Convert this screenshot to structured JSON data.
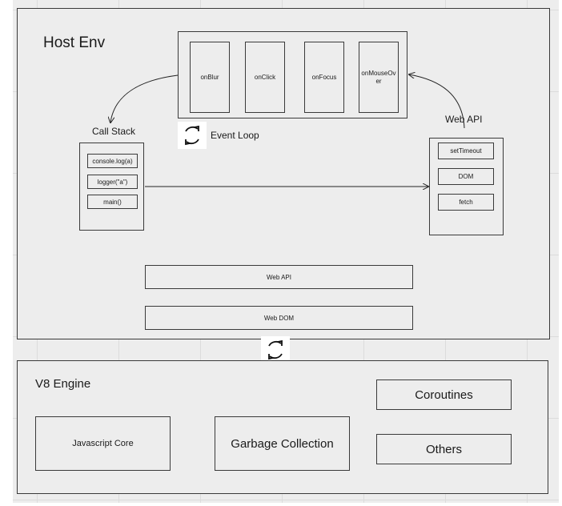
{
  "host_env": {
    "title": "Host Env",
    "event_loop_label": "Event Loop",
    "events": [
      "onBlur",
      "onClick",
      "onFocus",
      "onMouseOver"
    ],
    "call_stack": {
      "title": "Call Stack",
      "items": [
        "console.log(a)",
        "logger(\"a\")",
        "main()"
      ]
    },
    "web_api": {
      "title": "Web API",
      "items": [
        "setTimeout",
        "DOM",
        "fetch"
      ]
    },
    "bars": [
      "Web API",
      "Web DOM"
    ]
  },
  "v8_engine": {
    "title": "V8 Engine",
    "javascript_core": "Javascript Core",
    "garbage_collection": "Garbage Collection",
    "coroutines": "Coroutines",
    "others": "Others"
  },
  "icons": {
    "loop": "refresh-cycle-icon"
  }
}
